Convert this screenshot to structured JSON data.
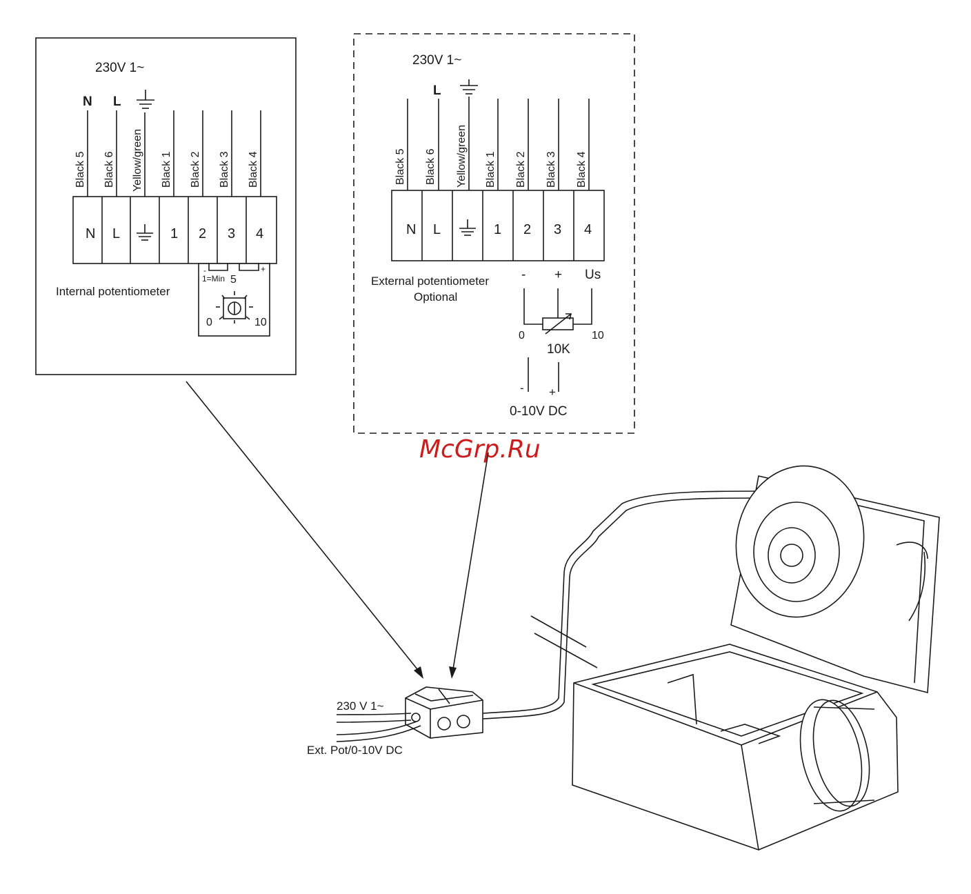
{
  "watermark": "McGrp.Ru",
  "internal_panel": {
    "supply": "230V 1~",
    "top_labels": [
      "N",
      "L"
    ],
    "wires": [
      "Black 5",
      "Black 6",
      "Yellow/green",
      "Black 1",
      "Black 2",
      "Black 3",
      "Black 4"
    ],
    "terminals": [
      "N",
      "L",
      "",
      "1",
      "2",
      "3",
      "4"
    ],
    "pot_label": "Internal potentiometer",
    "pot_minus": "-",
    "pot_plus": "+",
    "pot_min": "1=Min",
    "pot_mid": "5",
    "pot_zero": "0",
    "pot_ten": "10"
  },
  "external_panel": {
    "supply": "230V 1~",
    "top_labels": [
      "L"
    ],
    "wires": [
      "Black 5",
      "Black 6",
      "Yellow/green",
      "Black 1",
      "Black 2",
      "Black 3",
      "Black 4"
    ],
    "terminals": [
      "N",
      "L",
      "",
      "1",
      "2",
      "3",
      "4"
    ],
    "pot_label": "External potentiometer",
    "pot_label2": "Optional",
    "minus": "-",
    "plus": "+",
    "us": "Us",
    "zero": "0",
    "ten": "10",
    "resistor": "10K",
    "dc_minus": "-",
    "dc_plus": "+",
    "dc": "0-10V DC"
  },
  "junction": {
    "supply": "230 V 1~",
    "ext": "Ext. Pot/0-10V DC"
  }
}
